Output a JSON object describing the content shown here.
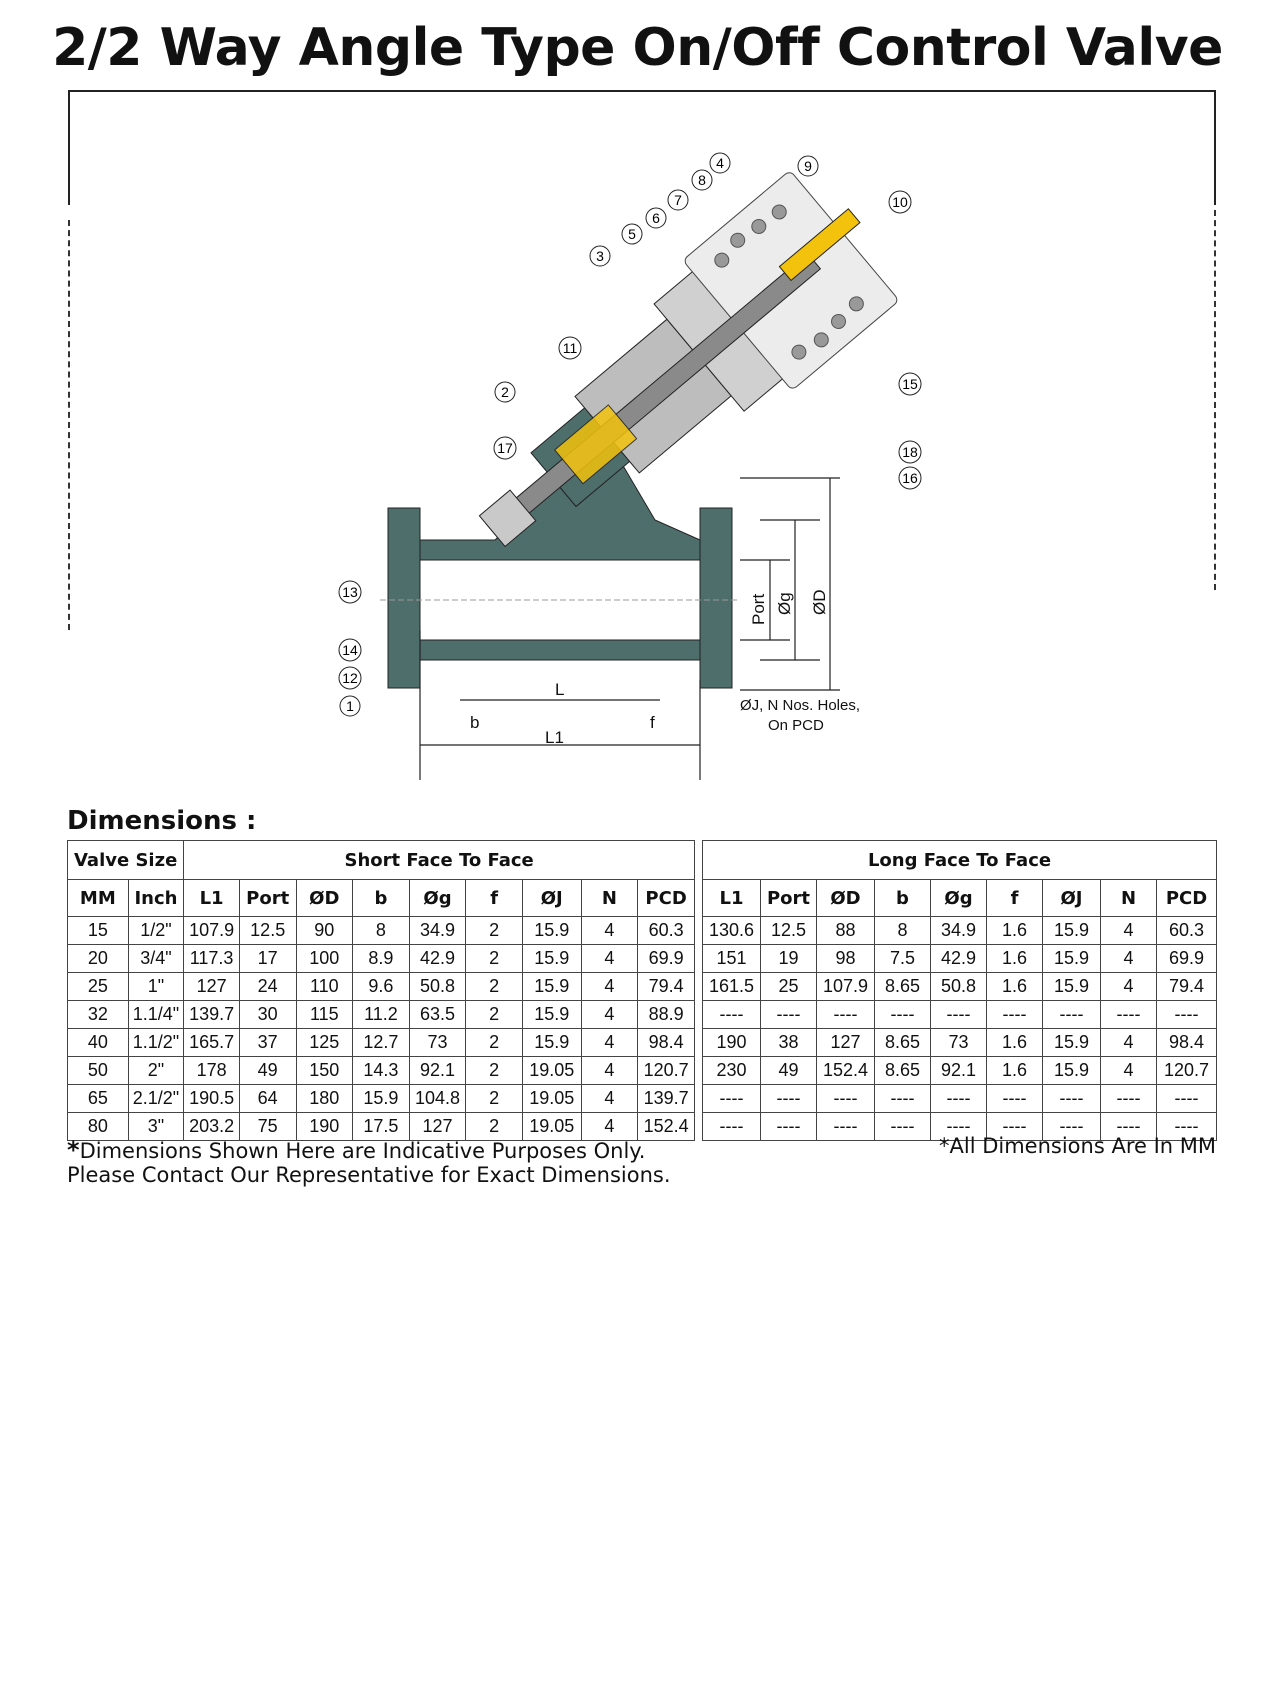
{
  "title": "2/2 Way Angle Type On/Off Control Valve",
  "diagram": {
    "callouts": [
      "1",
      "2",
      "3",
      "4",
      "5",
      "6",
      "7",
      "8",
      "9",
      "10",
      "11",
      "12",
      "13",
      "14",
      "15",
      "16",
      "17",
      "18"
    ],
    "dimension_labels": {
      "port": "Port",
      "g": "Øg",
      "d": "ØD",
      "l": "L",
      "l1": "L1",
      "b": "b",
      "f": "f",
      "holes_line1": "ØJ, N Nos. Holes,",
      "holes_line2": "On PCD"
    }
  },
  "dimensions_title": "Dimensions :",
  "short_table": {
    "group_header": "Short Face To Face",
    "valve_size_header": "Valve Size",
    "columns": [
      "MM",
      "Inch",
      "L1",
      "Port",
      "ØD",
      "b",
      "Øg",
      "f",
      "ØJ",
      "N",
      "PCD"
    ],
    "rows": [
      [
        "15",
        "1/2\"",
        "107.9",
        "12.5",
        "90",
        "8",
        "34.9",
        "2",
        "15.9",
        "4",
        "60.3"
      ],
      [
        "20",
        "3/4\"",
        "117.3",
        "17",
        "100",
        "8.9",
        "42.9",
        "2",
        "15.9",
        "4",
        "69.9"
      ],
      [
        "25",
        "1\"",
        "127",
        "24",
        "110",
        "9.6",
        "50.8",
        "2",
        "15.9",
        "4",
        "79.4"
      ],
      [
        "32",
        "1.1/4\"",
        "139.7",
        "30",
        "115",
        "11.2",
        "63.5",
        "2",
        "15.9",
        "4",
        "88.9"
      ],
      [
        "40",
        "1.1/2\"",
        "165.7",
        "37",
        "125",
        "12.7",
        "73",
        "2",
        "15.9",
        "4",
        "98.4"
      ],
      [
        "50",
        "2\"",
        "178",
        "49",
        "150",
        "14.3",
        "92.1",
        "2",
        "19.05",
        "4",
        "120.7"
      ],
      [
        "65",
        "2.1/2\"",
        "190.5",
        "64",
        "180",
        "15.9",
        "104.8",
        "2",
        "19.05",
        "4",
        "139.7"
      ],
      [
        "80",
        "3\"",
        "203.2",
        "75",
        "190",
        "17.5",
        "127",
        "2",
        "19.05",
        "4",
        "152.4"
      ]
    ]
  },
  "long_table": {
    "group_header": "Long Face To Face",
    "columns": [
      "L1",
      "Port",
      "ØD",
      "b",
      "Øg",
      "f",
      "ØJ",
      "N",
      "PCD"
    ],
    "rows": [
      [
        "130.6",
        "12.5",
        "88",
        "8",
        "34.9",
        "1.6",
        "15.9",
        "4",
        "60.3"
      ],
      [
        "151",
        "19",
        "98",
        "7.5",
        "42.9",
        "1.6",
        "15.9",
        "4",
        "69.9"
      ],
      [
        "161.5",
        "25",
        "107.9",
        "8.65",
        "50.8",
        "1.6",
        "15.9",
        "4",
        "79.4"
      ],
      [
        "----",
        "----",
        "----",
        "----",
        "----",
        "----",
        "----",
        "----",
        "----"
      ],
      [
        "190",
        "38",
        "127",
        "8.65",
        "73",
        "1.6",
        "15.9",
        "4",
        "98.4"
      ],
      [
        "230",
        "49",
        "152.4",
        "8.65",
        "92.1",
        "1.6",
        "15.9",
        "4",
        "120.7"
      ],
      [
        "----",
        "----",
        "----",
        "----",
        "----",
        "----",
        "----",
        "----",
        "----"
      ],
      [
        "----",
        "----",
        "----",
        "----",
        "----",
        "----",
        "----",
        "----",
        "----"
      ]
    ]
  },
  "note_left_star": "*",
  "note_left_line1": "Dimensions Shown Here are Indicative Purposes Only.",
  "note_left_line2": "Please Contact Our Representative for Exact Dimensions.",
  "note_right": "*All Dimensions Are In MM",
  "colors": {
    "body": "#4e6e6c",
    "bonnet": "#b9b9b9",
    "brass": "#f2c20c",
    "stem": "#8a8a8a"
  }
}
